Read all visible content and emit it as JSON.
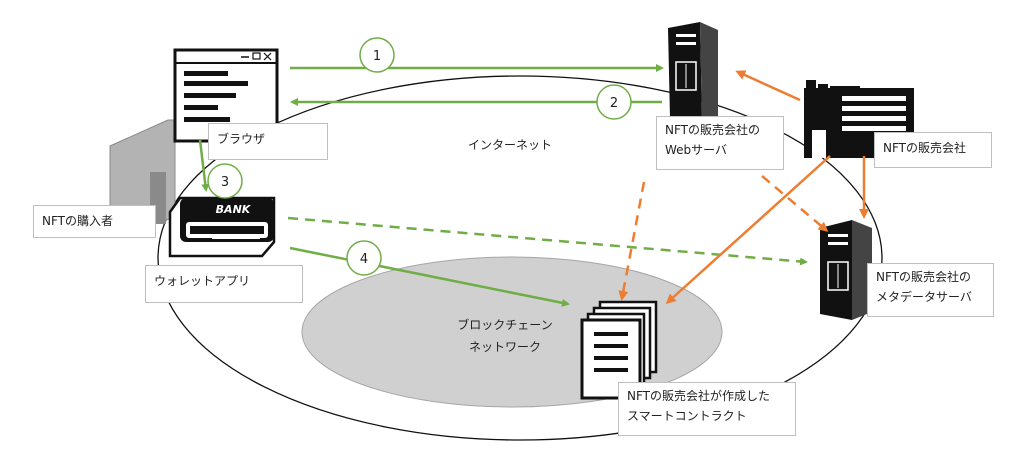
{
  "labels": {
    "browser": "ブラウザ",
    "buyer": "NFTの購入者",
    "wallet": "ウォレットアプリ",
    "internet": "インターネット",
    "blockchain_line1": "ブロックチェーン",
    "blockchain_line2": "ネットワーク",
    "web_server_line1": "NFTの販売会社の",
    "web_server_line2": "Webサーバ",
    "seller": "NFTの販売会社",
    "metadata_server_line1": "NFTの販売会社の",
    "metadata_server_line2": "メタデータサーバ",
    "contract_line1": "NFTの販売会社が作成した",
    "contract_line2": "スマートコントラクト",
    "bank_text": "BANK"
  },
  "steps": [
    "1",
    "2",
    "3",
    "4"
  ],
  "colors": {
    "green": "#70ad47",
    "orange": "#ed7d31",
    "blockchain_fill": "#d0d0d0",
    "monitor_fill": "#b0b0b0"
  },
  "icons": {
    "browser": "browser-window-icon",
    "wallet": "wallet-card-icon",
    "monitor": "monitor-icon",
    "server": "server-tower-icon",
    "company": "company-building-icon",
    "contract": "document-stack-icon"
  }
}
